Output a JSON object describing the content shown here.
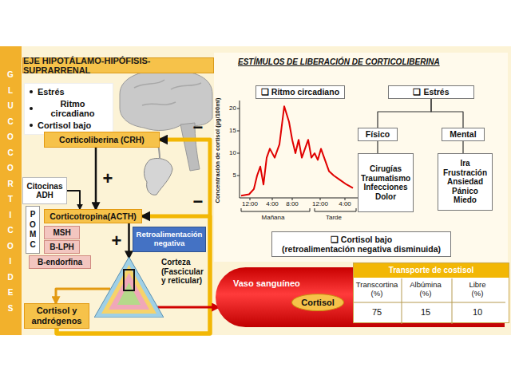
{
  "diagram": {
    "title": "EJE HIPOTÁLAMO-HIPÓFISIS-SUPRARRENAL",
    "nodes": [
      {
        "text": [
          "Estrés",
          "Ritmo circadiano",
          "Cortisol bajo"
        ]
      },
      {
        "text": [
          "Corticoliberina (CRH)"
        ]
      },
      {
        "text": [
          "Citocinas ADH"
        ]
      },
      {
        "text": [
          "POMC"
        ]
      },
      {
        "text": [
          "Corticotropina(ACTH)"
        ]
      },
      {
        "text": [
          "MSH"
        ]
      },
      {
        "text": [
          "B-LPH"
        ]
      },
      {
        "text": [
          "B-endorfina"
        ]
      },
      {
        "text": [
          "Retroalimentación negativa"
        ]
      },
      {
        "text": [
          "Corteza (Fascicular y reticular)"
        ]
      },
      {
        "text": [
          "Cortisol y andrógenos"
        ]
      },
      {
        "text": [
          "Vaso sanguíneo"
        ]
      },
      {
        "text": [
          "Cortisol"
        ],
        "in": 11
      },
      {
        "text": [
          "Transporte de costisol"
        ]
      },
      {
        "text": [
          "❑ Ritmo circadiano"
        ]
      },
      {
        "text": [
          "❑ Estrés"
        ]
      },
      {
        "text": [
          "Físico"
        ]
      },
      {
        "text": [
          "Mental"
        ]
      },
      {
        "text": [
          "Cirugías Traumatismo Infecciones Dolor"
        ]
      },
      {
        "text": [
          "Ira Frustración Ansiedad Pánico Miedo"
        ]
      },
      {
        "text": [
          "❑ Cortisol bajo",
          "(retroalimentación negativa disminuida)"
        ]
      }
    ],
    "edges": [
      {
        "from": 1,
        "to": 4,
        "arrow": "to",
        "label": "+"
      },
      {
        "from": 2,
        "to": 4,
        "arrow": "to"
      },
      {
        "from": 4,
        "to": 9,
        "arrow": "to",
        "label": "+"
      },
      {
        "from": 9,
        "to": 10,
        "arrow": "to"
      },
      {
        "from": 10,
        "to": 1,
        "arrow": "to",
        "label": "−"
      },
      {
        "from": 10,
        "to": 4,
        "arrow": "to",
        "label": "−"
      },
      {
        "from": 9,
        "to": 11,
        "arrow": "to"
      },
      {
        "from": 15,
        "to": 16,
        "arrow": "none"
      },
      {
        "from": 15,
        "to": 17,
        "arrow": "none"
      },
      {
        "from": 16,
        "to": 18,
        "arrow": "none"
      },
      {
        "from": 17,
        "to": 19,
        "arrow": "none"
      }
    ],
    "labels": [
      "ESTÍMULOS DE LIBERACIÓN DE CORTICOLIBERINA",
      "GLUCOCORTICOIDES",
      "Concentración de cortisol (µg/100ml)",
      "20",
      "15",
      "10",
      "5",
      "12:00",
      "4:00",
      "8:00",
      "12:00",
      "4:00",
      "Mañana",
      "Tarde",
      "Transcortina (%)",
      "Albúmina (%)",
      "Libre (%)",
      "75",
      "15",
      "10"
    ]
  }
}
